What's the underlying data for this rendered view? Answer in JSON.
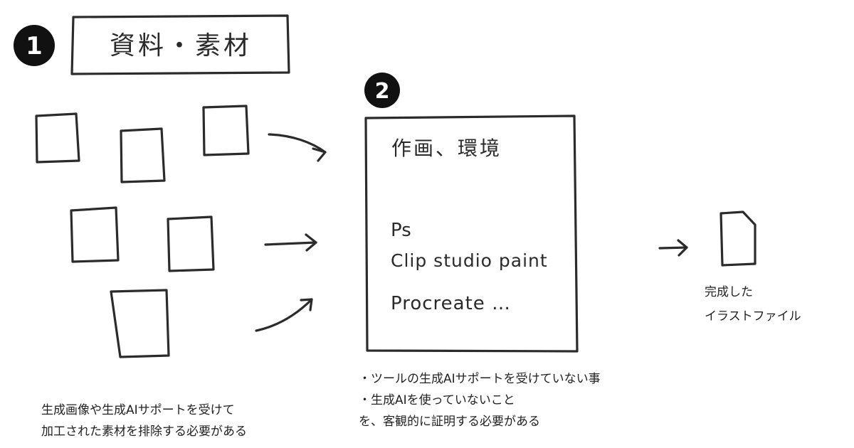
{
  "step1": {
    "number": "1",
    "title": "資料・素材",
    "caption": [
      "生成画像や生成AIサポートを受けて",
      "加工された素材を排除する必要がある"
    ]
  },
  "step2": {
    "number": "2",
    "title": "作画、環境",
    "tools": [
      "Ps",
      "Clip studio paint",
      "Procreate …"
    ],
    "caption": [
      "・ツールの生成AIサポートを受けていない事",
      "・生成AIを使っていないこと",
      "を、客観的に証明する必要がある"
    ]
  },
  "result": {
    "caption": [
      "完成した",
      "イラストファイル"
    ]
  },
  "colors": {
    "ink": "#2b2b2b",
    "badge": "#111111",
    "background": "#ffffff"
  }
}
